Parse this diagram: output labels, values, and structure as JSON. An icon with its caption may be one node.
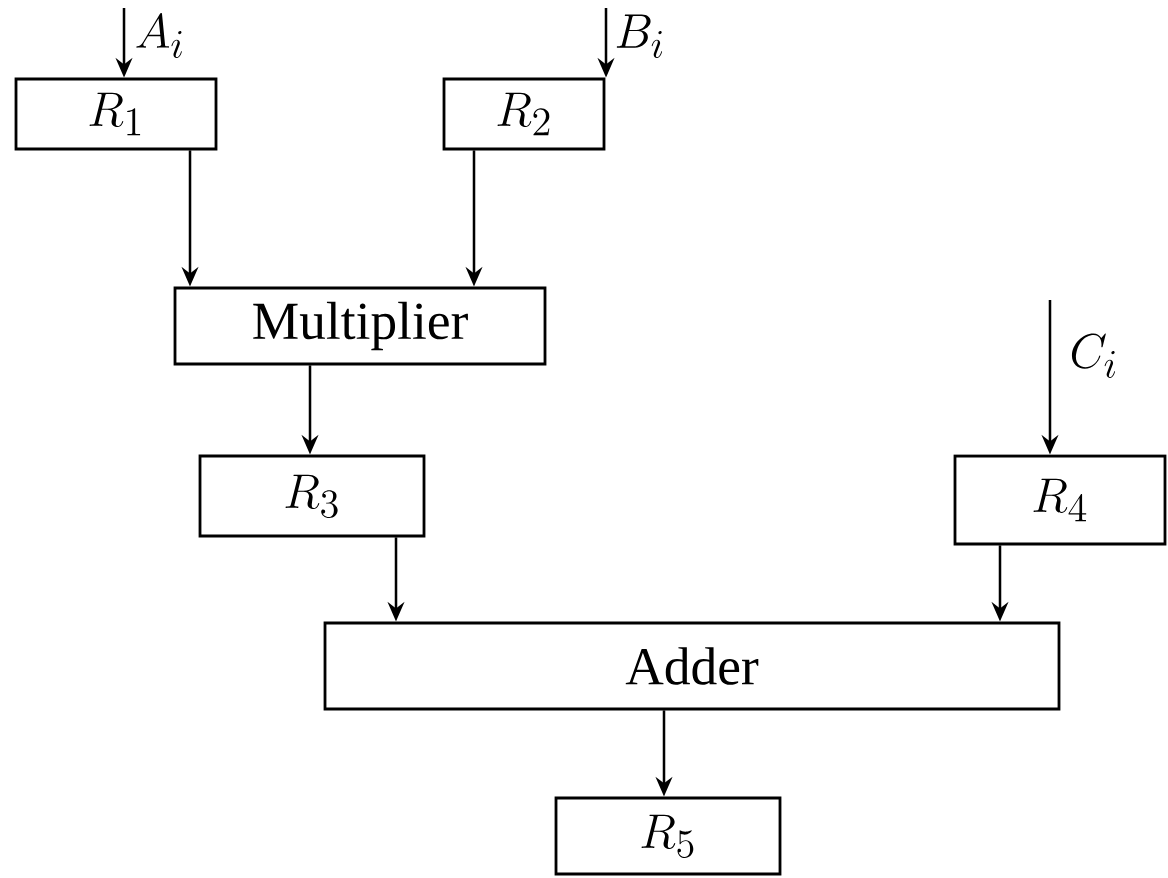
{
  "diagram": {
    "nodes": [
      {
        "text": [
          "A_i"
        ]
      },
      {
        "text": [
          "B_i"
        ]
      },
      {
        "text": [
          "R_1"
        ]
      },
      {
        "text": [
          "R_2"
        ]
      },
      {
        "text": [
          "Multiplier"
        ]
      },
      {
        "text": [
          "C_i"
        ]
      },
      {
        "text": [
          "R_3"
        ]
      },
      {
        "text": [
          "R_4"
        ]
      },
      {
        "text": [
          "Adder"
        ]
      },
      {
        "text": [
          "R_5"
        ]
      }
    ],
    "edges": [
      {
        "from": 0,
        "to": 2,
        "arrow": "to"
      },
      {
        "from": 1,
        "to": 3,
        "arrow": "to"
      },
      {
        "from": 2,
        "to": 4,
        "arrow": "to"
      },
      {
        "from": 3,
        "to": 4,
        "arrow": "to"
      },
      {
        "from": 4,
        "to": 6,
        "arrow": "to"
      },
      {
        "from": 5,
        "to": 7,
        "arrow": "to"
      },
      {
        "from": 6,
        "to": 8,
        "arrow": "to"
      },
      {
        "from": 7,
        "to": 8,
        "arrow": "to"
      },
      {
        "from": 8,
        "to": 9,
        "arrow": "to"
      }
    ]
  }
}
